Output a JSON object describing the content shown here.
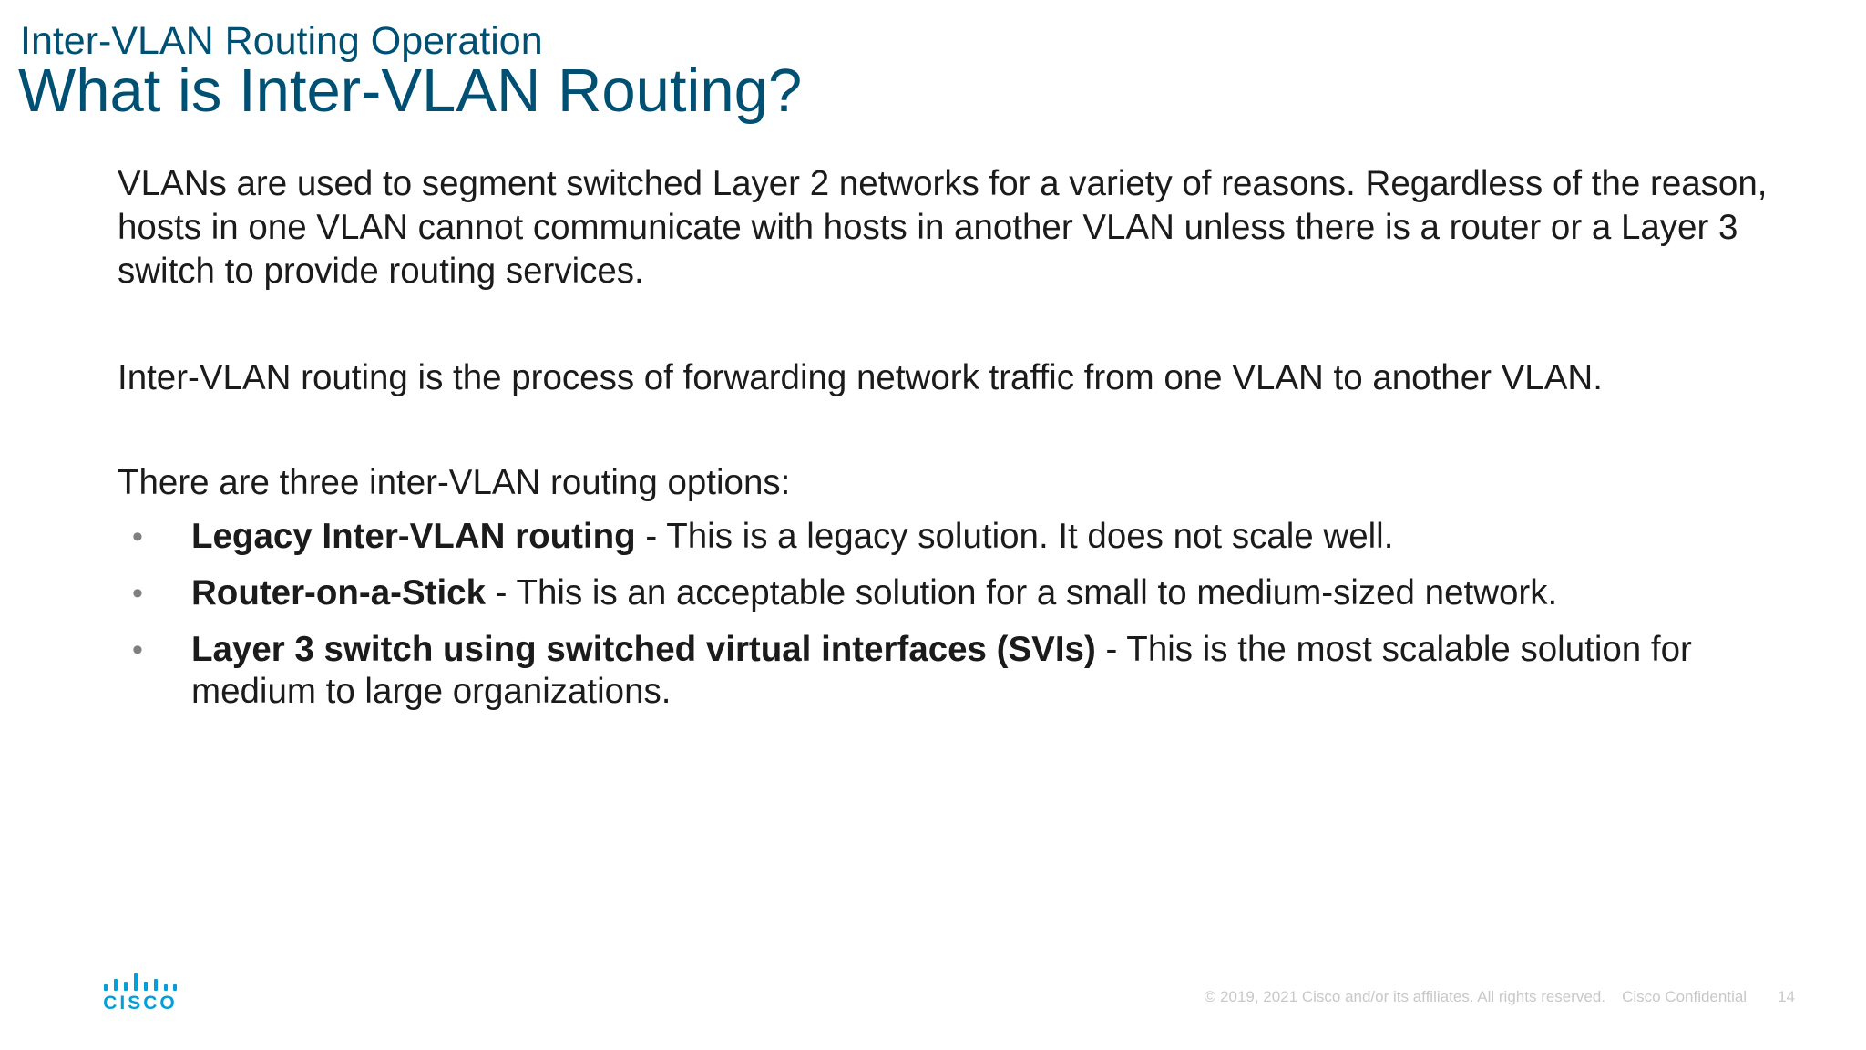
{
  "header": {
    "section_title": "Inter-VLAN Routing Operation",
    "page_title": "What is Inter-VLAN Routing?"
  },
  "body": {
    "paragraphs": [
      "VLANs are used to segment switched Layer 2 networks for a variety of reasons. Regardless of the reason, hosts in one VLAN cannot communicate with hosts in another VLAN unless there is a router or a Layer 3 switch to provide routing services.",
      "Inter-VLAN routing is the process of forwarding network traffic from one VLAN to another VLAN.",
      "There are three inter-VLAN routing options:"
    ],
    "bullet_glyph": "•",
    "options": [
      {
        "term": "Legacy Inter-VLAN routing",
        "description": " - This is a legacy solution. It does not scale well."
      },
      {
        "term": "Router-on-a-Stick",
        "description": " - This is an acceptable solution for a small to medium-sized network."
      },
      {
        "term": "Layer 3 switch using switched virtual interfaces (SVIs)",
        "description": " - This is the most scalable solution for medium to large organizations."
      }
    ]
  },
  "footer": {
    "logo_word": "CISCO",
    "copyright": "© 2019, 2021  Cisco and/or its affiliates. All rights reserved.",
    "confidential": "Cisco Confidential",
    "page_number": "14"
  },
  "colors": {
    "title": "#005073",
    "body_text": "#1b1b1b",
    "cisco_blue": "#049fd9",
    "footer_text": "#c8c8c8",
    "bullet": "#7f7f7f"
  },
  "icons": {
    "logo": "cisco-logo-icon"
  }
}
